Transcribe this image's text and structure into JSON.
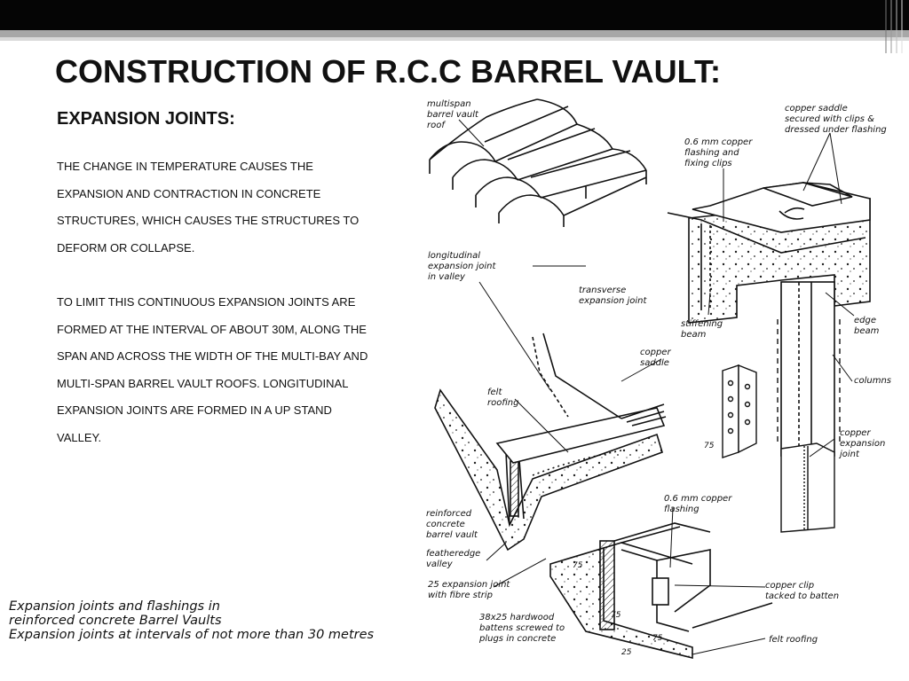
{
  "slide": {
    "title": "CONSTRUCTION OF R.C.C BARREL VAULT:",
    "subtitle": "EXPANSION JOINTS:",
    "paragraph1": [
      "THE CHANGE IN TEMPERATURE CAUSES THE",
      "EXPANSION AND CONTRACTION IN CONCRETE",
      "STRUCTURES, WHICH CAUSES THE STRUCTURES TO",
      "DEFORM OR COLLAPSE."
    ],
    "paragraph2": [
      "TO LIMIT THIS CONTINUOUS EXPANSION JOINTS ARE",
      "FORMED AT THE INTERVAL OF ABOUT 30M, ALONG THE",
      "SPAN AND ACROSS THE WIDTH OF THE MULTI-BAY AND",
      "MULTI-SPAN BARREL VAULT ROOFS. LONGITUDINAL",
      "EXPANSION JOINTS ARE FORMED IN A UP STAND",
      "VALLEY."
    ]
  },
  "figure": {
    "labels": {
      "multispan": [
        "multispan",
        "barrel vault",
        "roof"
      ],
      "copper_saddle_clips": [
        "copper saddle",
        "secured with clips &",
        "dressed under flashing"
      ],
      "copper_flashing_clips": [
        "0.6 mm copper",
        "flashing and",
        "fixing clips"
      ],
      "longitudinal": [
        "longitudinal",
        "expansion joint",
        "in valley"
      ],
      "transverse": [
        "transverse",
        "expansion joint"
      ],
      "stiffening_beam": [
        "stiffening",
        "beam"
      ],
      "edge_beam": [
        "edge",
        "beam"
      ],
      "copper_saddle": [
        "copper",
        "saddle"
      ],
      "columns": "columns",
      "felt_roofing_top": [
        "felt",
        "roofing"
      ],
      "copper_expansion_joint": [
        "copper",
        "expansion",
        "joint"
      ],
      "rc_barrel_vault": [
        "reinforced",
        "concrete",
        "barrel vault"
      ],
      "featheredge_valley": [
        "featheredge",
        "valley"
      ],
      "fibre_strip": [
        "25 expansion joint",
        "with fibre strip"
      ],
      "copper_flashing_06": [
        "0.6 mm copper",
        "flashing"
      ],
      "copper_clip_batten": [
        "copper clip",
        "tacked to batten"
      ],
      "hardwood_battens": [
        "38x25 hardwood",
        "battens screwed to",
        "plugs in concrete"
      ],
      "felt_roofing_bottom": "felt roofing",
      "dims": [
        "75",
        "75",
        "75",
        "75",
        "25"
      ]
    },
    "caption": [
      "Expansion joints and flashings in",
      "reinforced concrete Barrel Vaults",
      "Expansion joints at intervals of not more than 30 metres"
    ]
  }
}
